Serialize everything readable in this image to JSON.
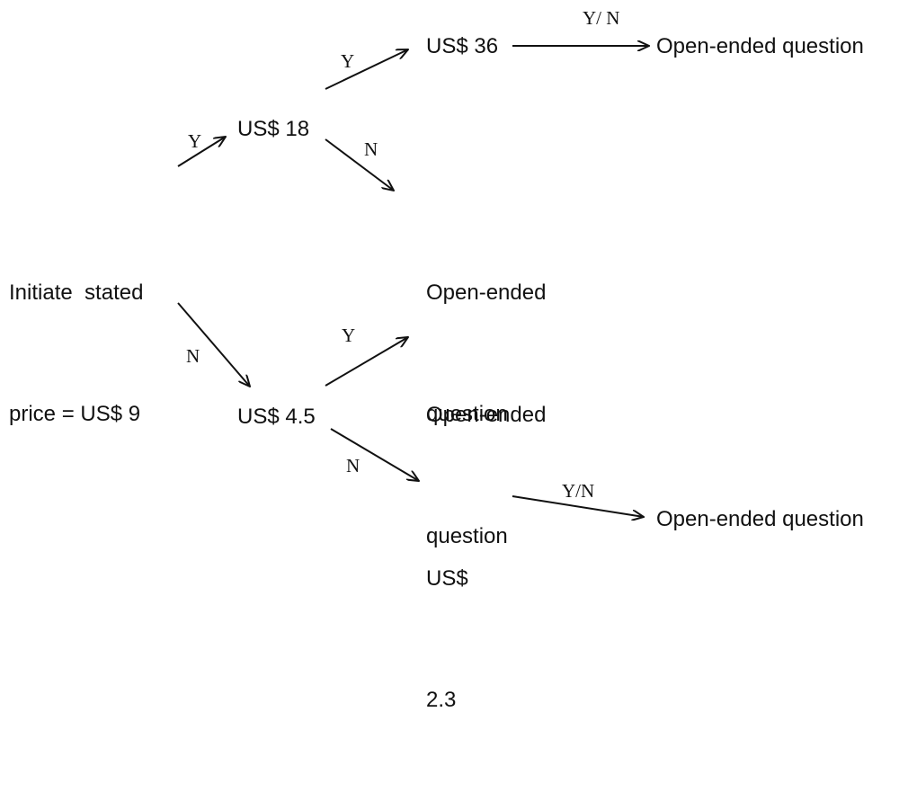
{
  "nodes": {
    "initial": [
      "Initiate  stated",
      "price = US$ 9"
    ],
    "high": "US$ 18",
    "higher": "US$ 36",
    "high_no_open": [
      "Open-ended",
      "question"
    ],
    "higher_open": "Open-ended question",
    "low": "US$ 4.5",
    "low_yes_open": [
      "Open-ended",
      "question"
    ],
    "lower": [
      "US$",
      "2.3"
    ],
    "lower_open": "Open-ended question"
  },
  "edges": {
    "initial_to_high": "Y",
    "high_to_higher": "Y",
    "higher_to_open": "Y/ N",
    "high_to_open": "N",
    "initial_to_low": "N",
    "low_to_open": "Y",
    "low_to_lower": "N",
    "lower_to_open": "Y/N"
  }
}
